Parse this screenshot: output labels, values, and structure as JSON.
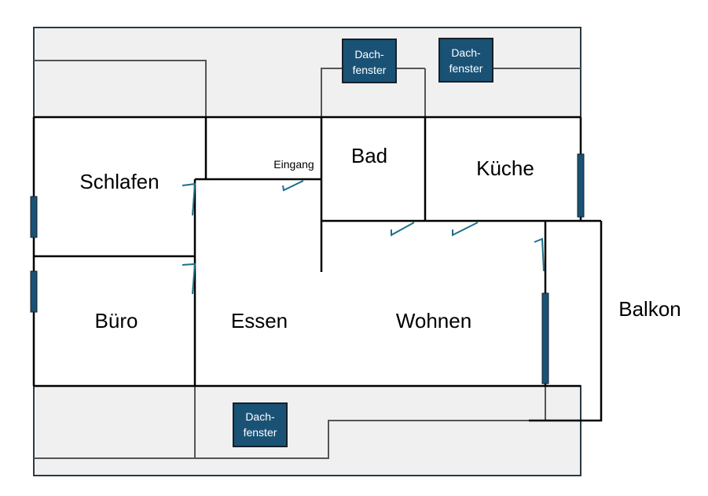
{
  "plan": {
    "rooms": {
      "schlafen": "Schlafen",
      "buero": "Büro",
      "essen": "Essen",
      "wohnen": "Wohnen",
      "bad": "Bad",
      "kueche": "Küche",
      "balkon": "Balkon"
    },
    "entrance": "Eingang",
    "skylight_line1": "Dach-",
    "skylight_line2": "fenster"
  },
  "colors": {
    "slope_fill": "#f0f0f0",
    "wall": "#000000",
    "roof_line": "#555555",
    "window": "#1a5276",
    "window_border": "#17202a",
    "door": "#1f6f8b"
  }
}
